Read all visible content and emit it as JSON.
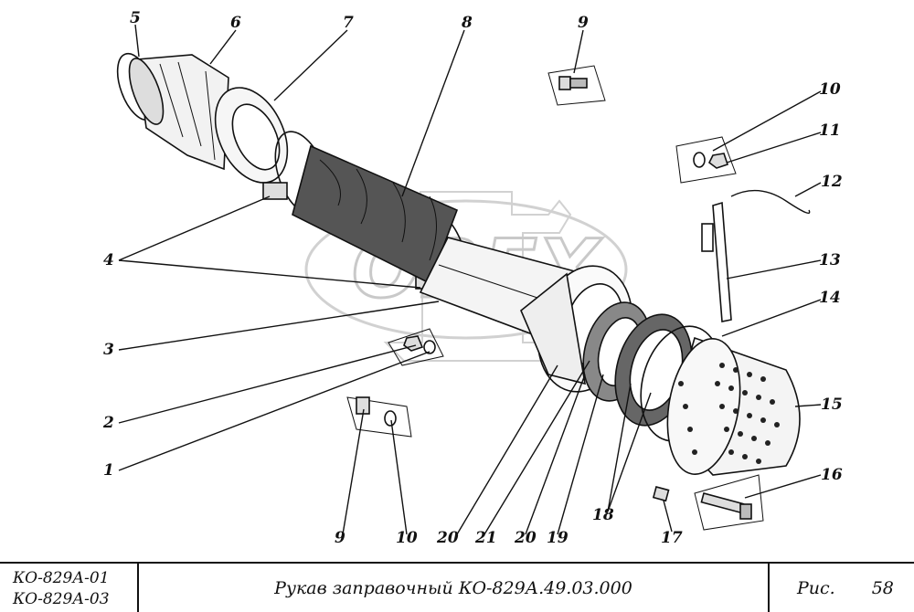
{
  "drawing": {
    "callouts": [
      "1",
      "2",
      "3",
      "4",
      "5",
      "6",
      "7",
      "8",
      "9",
      "9",
      "10",
      "10",
      "11",
      "12",
      "13",
      "14",
      "15",
      "16",
      "17",
      "18",
      "19",
      "20",
      "20",
      "21"
    ],
    "watermark": "OREX"
  },
  "title_block": {
    "models": [
      "КО-829А-01",
      "КО-829А-03"
    ],
    "title": "Рукав заправочный КО-829А.49.03.000",
    "figure_label": "Рис.",
    "figure_number": "58"
  },
  "colors": {
    "ink": "#111111",
    "paper": "#ffffff",
    "watermark": "#9a9a9a"
  }
}
